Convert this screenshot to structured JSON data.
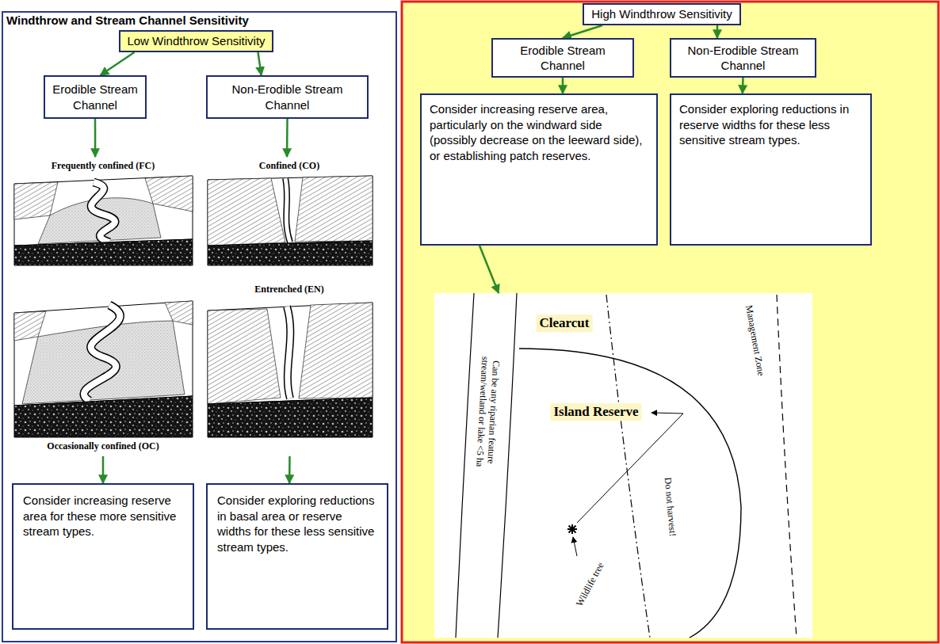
{
  "diagram": {
    "title": "Windthrow and Stream Channel Sensitivity",
    "nodes": [
      {
        "text": [
          "Low Windthrow Sensitivity"
        ]
      },
      {
        "text": [
          "Erodible Stream Channel"
        ]
      },
      {
        "text": [
          "Non-Erodible Stream Channel"
        ]
      },
      {
        "text": [
          "Frequently confined (FC)",
          "Occasionally confined (OC)"
        ]
      },
      {
        "text": [
          "Confined (CO)",
          "Entrenched (EN)"
        ]
      },
      {
        "text": [
          "Consider increasing reserve area for these more sensitive stream types."
        ]
      },
      {
        "text": [
          "Consider exploring reductions in basal area or reserve widths for these less sensitive stream types."
        ]
      },
      {
        "text": [
          "High Windthrow Sensitivity"
        ]
      },
      {
        "text": [
          "Erodible Stream Channel"
        ]
      },
      {
        "text": [
          "Non-Erodible Stream Channel"
        ]
      },
      {
        "text": [
          "Consider increasing reserve area, particularly on the windward side (possibly decrease on the leeward side), or establishing patch reserves."
        ]
      },
      {
        "text": [
          "Consider exploring reductions in reserve widths for these less sensitive stream types."
        ]
      },
      {
        "text": [
          "Clearcut",
          "Island Reserve",
          "Management Zone",
          "Can be any riparian feature stream/wetland or lake <5 ha",
          "Do not harvest!",
          "Wildlife tree"
        ]
      }
    ],
    "edges": [
      {
        "from": 0,
        "to": 1,
        "arrow": "to"
      },
      {
        "from": 0,
        "to": 2,
        "arrow": "to"
      },
      {
        "from": 1,
        "to": 3,
        "arrow": "to"
      },
      {
        "from": 2,
        "to": 4,
        "arrow": "to"
      },
      {
        "from": 3,
        "to": 5,
        "arrow": "to"
      },
      {
        "from": 4,
        "to": 6,
        "arrow": "to"
      },
      {
        "from": 7,
        "to": 8,
        "arrow": "to"
      },
      {
        "from": 7,
        "to": 9,
        "arrow": "to"
      },
      {
        "from": 8,
        "to": 10,
        "arrow": "to"
      },
      {
        "from": 9,
        "to": 11,
        "arrow": "to"
      },
      {
        "from": 10,
        "to": 12,
        "arrow": "to"
      }
    ]
  }
}
